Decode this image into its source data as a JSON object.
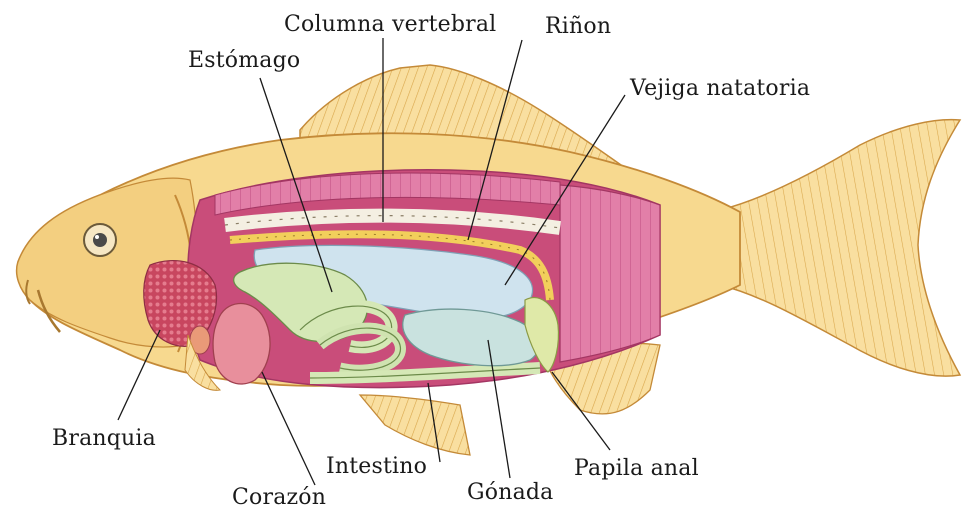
{
  "labels": {
    "columna": "Columna vertebral",
    "rinon": "Riñon",
    "estomago": "Estómago",
    "vejiga": "Vejiga natatoria",
    "branquia": "Branquia",
    "intestino": "Intestino",
    "papila": "Papila anal",
    "corazon": "Corazón",
    "gonada": "Gónada"
  },
  "colors": {
    "body": "#f7d98f",
    "fin": "#f9dfa0",
    "muscle": "#e07aa4",
    "cavity": "#c94d7a",
    "swim_bladder": "#cfe3ee",
    "stomach": "#d5e8b6",
    "gonad": "#c9e2df",
    "heart": "#e88f9c",
    "gill": "#c8465f"
  }
}
